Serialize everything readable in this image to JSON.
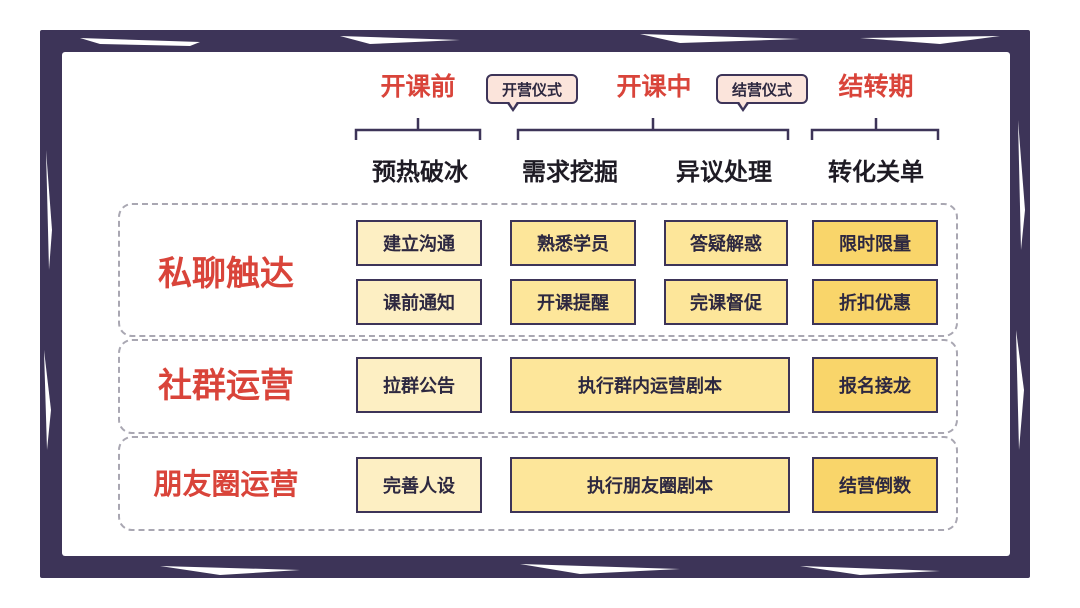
{
  "stages": {
    "before": "开课前",
    "during": "开课中",
    "after": "结转期"
  },
  "callouts": {
    "opening": "开营仪式",
    "closing": "结营仪式"
  },
  "phases": {
    "warmup": "预热破冰",
    "demand": "需求挖掘",
    "objection": "异议处理",
    "conversion": "转化关单"
  },
  "rows": {
    "private": {
      "label": "私聊触达",
      "boxes": [
        "建立沟通",
        "熟悉学员",
        "答疑解惑",
        "限时限量",
        "课前通知",
        "开课提醒",
        "完课督促",
        "折扣优惠"
      ]
    },
    "community": {
      "label": "社群运营",
      "boxes": [
        "拉群公告",
        "执行群内运营剧本",
        "报名接龙"
      ]
    },
    "moments": {
      "label": "朋友圈运营",
      "boxes": [
        "完善人设",
        "执行朋友圈剧本",
        "结营倒数"
      ]
    }
  },
  "colors": {
    "frame": "#3d3458",
    "accent_red": "#d9443a",
    "box_light": "#fdefc3",
    "box_mid": "#fde69a",
    "box_dark": "#f9d56a"
  }
}
